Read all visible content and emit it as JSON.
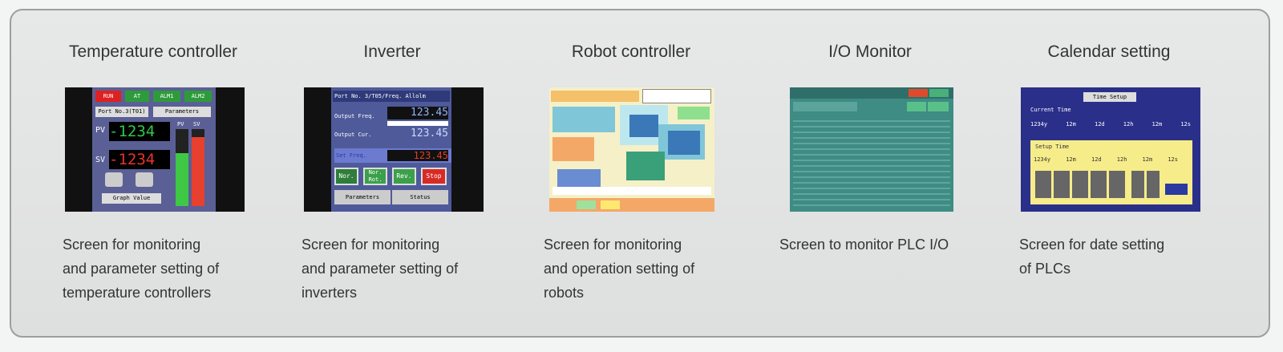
{
  "panels": [
    {
      "title": "Temperature controller",
      "description": [
        "Screen for monitoring",
        "and parameter setting of",
        "temperature controllers"
      ],
      "screen": {
        "run": "RUN",
        "at": "AT",
        "alm1": "ALM1",
        "alm2": "ALM2",
        "port": "Port No.3(T01)",
        "params": "Parameters",
        "pv": "PV",
        "sv": "SV",
        "pv_value": "-1234",
        "sv_value": "-1234",
        "bar_pv": "PV",
        "bar_sv": "SV",
        "graph": "Graph Value"
      }
    },
    {
      "title": "Inverter",
      "description": [
        "Screen for monitoring",
        "and parameter setting of",
        "inverters"
      ],
      "screen": {
        "header": "Port No. 3/T05/Freq. Allolm",
        "out_freq": "Output Freq.",
        "out_freq_val": "123.45",
        "out_cur": "Output Cur.",
        "out_cur_val": "123.45",
        "set_freq": "Set Freq.",
        "set_freq_val": "123.45",
        "nor": "Nor.",
        "nor_rot": "Nor. Rot.",
        "rev": "Rev.",
        "stop": "Stop",
        "params": "Parameters",
        "status": "Status"
      }
    },
    {
      "title": "Robot controller",
      "description": [
        "Screen for monitoring",
        "and operation setting of",
        "robots"
      ]
    },
    {
      "title": "I/O Monitor",
      "description": [
        "Screen to monitor PLC I/O"
      ]
    },
    {
      "title": "Calendar setting",
      "description": [
        "Screen for date setting",
        "of PLCs"
      ],
      "screen": {
        "header": "Time Setup",
        "current": "Current Time",
        "set": "Setup Time",
        "cur_vals": [
          "1234y",
          "12m",
          "12d",
          "12h",
          "12m",
          "12s"
        ],
        "set_vals": [
          "1234y",
          "12m",
          "12d",
          "12h",
          "12m",
          "12s"
        ]
      }
    }
  ]
}
